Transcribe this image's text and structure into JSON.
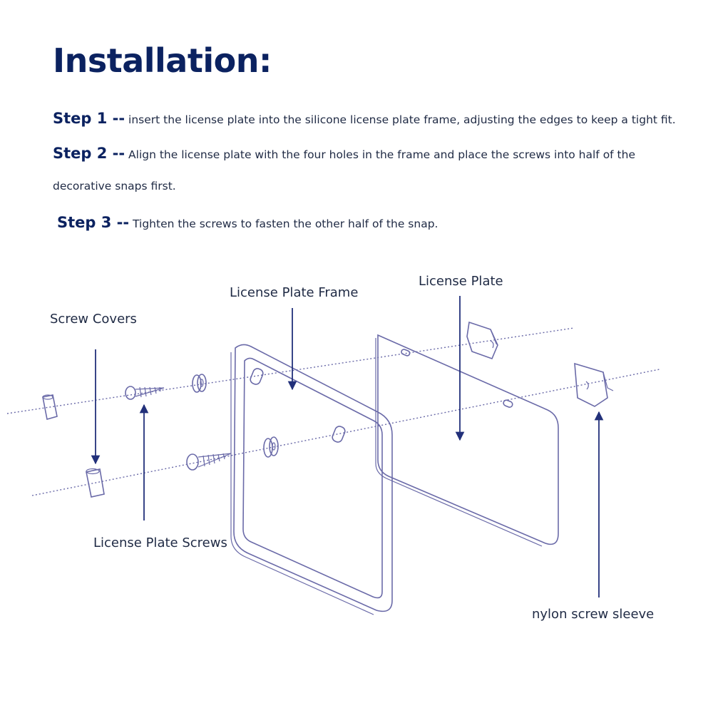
{
  "title": "Installation:",
  "steps": [
    {
      "label": "Step 1 --",
      "text": "insert the license plate into the silicone license plate frame, adjusting the edges to keep a tight fit."
    },
    {
      "label": "Step 2 --",
      "text": "Align the license plate with the four holes in the frame and place the screws into half of the",
      "continuation": "decorative snaps first."
    },
    {
      "label": "Step 3 --",
      "text": "Tighten the screws to fasten the other half of the snap."
    }
  ],
  "callouts": {
    "screw_covers": "Screw Covers",
    "frame": "License Plate Frame",
    "plate": "License Plate",
    "screws": "License Plate Screws",
    "sleeve": "nylon screw sleeve"
  },
  "colors": {
    "title": "#0b2260",
    "text": "#1f2a44",
    "arrow": "#22307a",
    "lines": "#6a6aa8"
  }
}
